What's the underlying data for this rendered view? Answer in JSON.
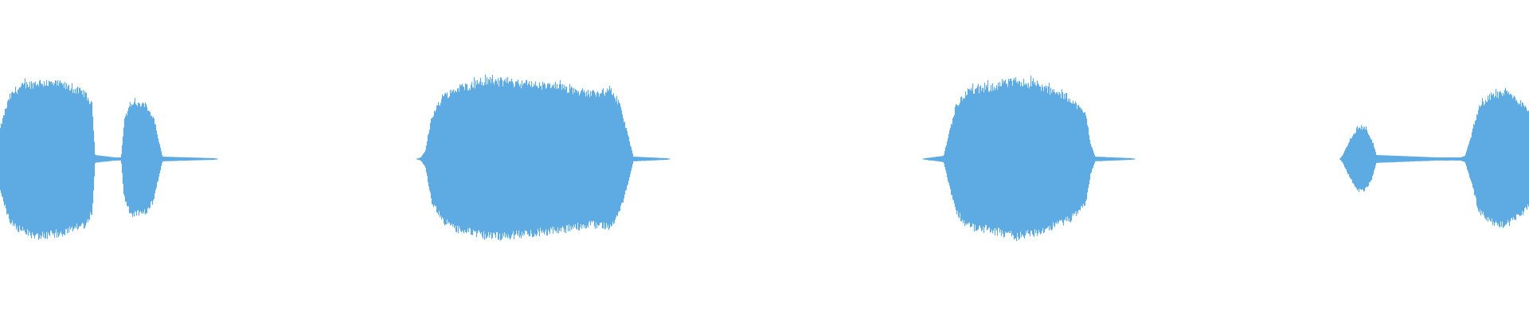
{
  "waveform": {
    "color": "#5dabe2",
    "background": "#ffffff",
    "duration_fraction_visible": 1.0,
    "envelope": [
      [
        0.0,
        0.4
      ],
      [
        0.003,
        0.62
      ],
      [
        0.006,
        0.8
      ],
      [
        0.01,
        0.9
      ],
      [
        0.016,
        0.96
      ],
      [
        0.025,
        1.0
      ],
      [
        0.04,
        0.97
      ],
      [
        0.055,
        0.86
      ],
      [
        0.06,
        0.7
      ],
      [
        0.062,
        0.05
      ],
      [
        0.075,
        0.02
      ],
      [
        0.079,
        0.02
      ],
      [
        0.081,
        0.5
      ],
      [
        0.085,
        0.72
      ],
      [
        0.095,
        0.7
      ],
      [
        0.1,
        0.55
      ],
      [
        0.104,
        0.2
      ],
      [
        0.106,
        0.03
      ],
      [
        0.14,
        0.01
      ],
      [
        0.142,
        0.0
      ],
      [
        0.272,
        0.0
      ],
      [
        0.275,
        0.02
      ],
      [
        0.278,
        0.1
      ],
      [
        0.282,
        0.55
      ],
      [
        0.29,
        0.82
      ],
      [
        0.3,
        0.93
      ],
      [
        0.32,
        1.02
      ],
      [
        0.345,
        0.98
      ],
      [
        0.37,
        0.92
      ],
      [
        0.385,
        0.86
      ],
      [
        0.4,
        0.88
      ],
      [
        0.405,
        0.7
      ],
      [
        0.41,
        0.35
      ],
      [
        0.414,
        0.03
      ],
      [
        0.436,
        0.01
      ],
      [
        0.438,
        0.0
      ],
      [
        0.603,
        0.0
      ],
      [
        0.605,
        0.01
      ],
      [
        0.617,
        0.04
      ],
      [
        0.62,
        0.3
      ],
      [
        0.625,
        0.68
      ],
      [
        0.632,
        0.88
      ],
      [
        0.645,
        0.92
      ],
      [
        0.665,
        1.02
      ],
      [
        0.68,
        0.95
      ],
      [
        0.7,
        0.78
      ],
      [
        0.71,
        0.58
      ],
      [
        0.713,
        0.2
      ],
      [
        0.716,
        0.03
      ],
      [
        0.74,
        0.01
      ],
      [
        0.742,
        0.0
      ],
      [
        0.876,
        0.0
      ],
      [
        0.878,
        0.05
      ],
      [
        0.882,
        0.22
      ],
      [
        0.888,
        0.41
      ],
      [
        0.893,
        0.4
      ],
      [
        0.897,
        0.25
      ],
      [
        0.9,
        0.05
      ],
      [
        0.94,
        0.02
      ],
      [
        0.955,
        0.02
      ],
      [
        0.958,
        0.04
      ],
      [
        0.962,
        0.3
      ],
      [
        0.967,
        0.68
      ],
      [
        0.975,
        0.82
      ],
      [
        0.985,
        0.86
      ],
      [
        0.995,
        0.72
      ],
      [
        1.0,
        0.6
      ]
    ]
  }
}
